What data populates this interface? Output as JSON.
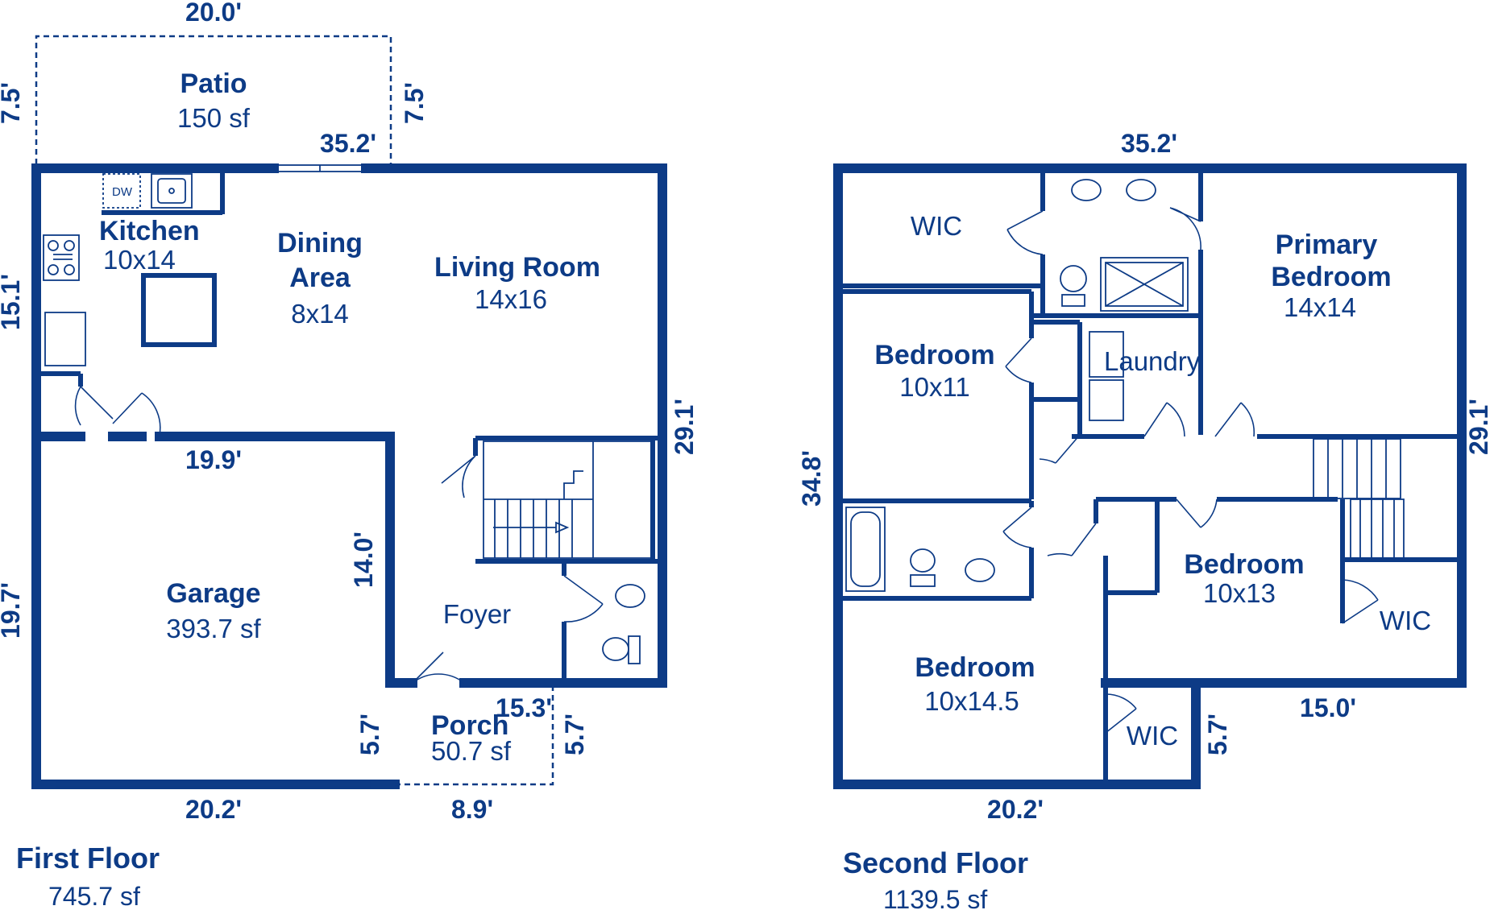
{
  "first_floor": {
    "title": "First Floor",
    "area": "745.7 sf",
    "rooms": {
      "patio": {
        "name": "Patio",
        "size": "150 sf"
      },
      "kitchen": {
        "name": "Kitchen",
        "size": "10x14"
      },
      "dining_line1": "Dining",
      "dining_line2": "Area",
      "dining_size": "8x14",
      "living": {
        "name": "Living Room",
        "size": "14x16"
      },
      "garage": {
        "name": "Garage",
        "size": "393.7 sf"
      },
      "foyer": "Foyer",
      "porch": {
        "name": "Porch",
        "size": "50.7 sf"
      },
      "dishwasher": "DW"
    },
    "dims": {
      "patio_width": "20.0'",
      "patio_left": "7.5'",
      "patio_right": "7.5'",
      "top": "35.2'",
      "left_upper": "15.1'",
      "right": "29.1'",
      "garage_top": "19.9'",
      "garage_inner": "14.0'",
      "garage_left": "19.7'",
      "garage_lower": "5.7'",
      "porch_top": "15.3'",
      "porch_right": "5.7'",
      "garage_bottom": "20.2'",
      "porch_bottom": "8.9'"
    }
  },
  "second_floor": {
    "title": "Second Floor",
    "area": "1139.5 sf",
    "rooms": {
      "wic_top": "WIC",
      "primary_line1": "Primary",
      "primary_line2": "Bedroom",
      "primary_size": "14x14",
      "bedroom1": {
        "name": "Bedroom",
        "size": "10x11"
      },
      "laundry": "Laundry",
      "bedroom2": {
        "name": "Bedroom",
        "size": "10x13"
      },
      "wic_right": "WIC",
      "bedroom3": {
        "name": "Bedroom",
        "size": "10x14.5"
      },
      "wic_bottom": "WIC"
    },
    "dims": {
      "top": "35.2'",
      "left": "34.8'",
      "right": "29.1'",
      "bottom_right": "15.0'",
      "step": "5.7'",
      "bottom": "20.2'"
    }
  },
  "colors": {
    "wall": "#0d3b86",
    "background": "#ffffff"
  }
}
